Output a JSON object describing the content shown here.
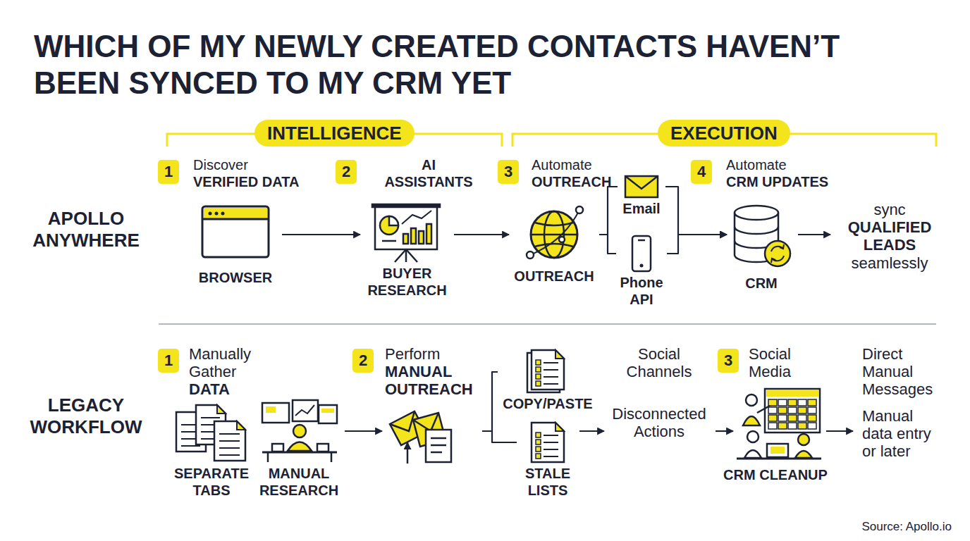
{
  "diagram": {
    "title": "WHICH OF MY NEWLY CREATED CONTACTS HAVEN’T BEEN SYNCED TO MY CRM YET",
    "caption": "Source: Apollo.io",
    "nodes": [
      {
        "text": [
          "INTELLIGENCE"
        ]
      },
      {
        "text": [
          "EXECUTION"
        ]
      },
      {
        "text": [
          "BROWSER"
        ]
      },
      {
        "text": [
          "BUYER RESEARCH"
        ]
      },
      {
        "text": [
          "OUTREACH"
        ]
      },
      {
        "text": [
          "Email"
        ]
      },
      {
        "text": [
          "Phone",
          "API"
        ]
      },
      {
        "text": [
          "CRM"
        ]
      },
      {
        "text": [
          "SEPARATE TABS"
        ]
      },
      {
        "text": [
          "MANUAL RESEARCH"
        ]
      },
      {
        "text": [
          "Perform",
          "MANUAL OUTREACH"
        ]
      },
      {
        "text": [
          "COPY/PASTE"
        ]
      },
      {
        "text": [
          "STALE LISTS"
        ]
      },
      {
        "text": [
          "CRM CLEANUP"
        ]
      }
    ],
    "edges": [
      {
        "from": 2,
        "to": 3,
        "arrow": "to"
      },
      {
        "from": 3,
        "to": 4,
        "arrow": "to"
      },
      {
        "from": 4,
        "to": 5,
        "arrow": "none"
      },
      {
        "from": 4,
        "to": 6,
        "arrow": "none"
      },
      {
        "from": 5,
        "to": 7,
        "arrow": "to"
      },
      {
        "from": 6,
        "to": 7,
        "arrow": "to"
      },
      {
        "from": 9,
        "to": 10,
        "arrow": "to"
      },
      {
        "from": 10,
        "to": 11,
        "arrow": "none"
      },
      {
        "from": 10,
        "to": 12,
        "arrow": "none"
      }
    ],
    "labels": [
      "APOLLO ANYWHERE",
      "1",
      "Discover",
      "VERIFIED DATA",
      "2",
      "AI",
      "ASSISTANTS",
      "3",
      "Automate",
      "OUTREACH",
      "4",
      "Automate",
      "CRM UPDATES",
      "sync",
      "QUALIFIED LEADS",
      "seamlessly",
      "LEGACY WORKFLOW",
      "1",
      "Manually Gather",
      "DATA",
      "2",
      "Social Channels",
      "Disconnected Actions",
      "3",
      "Social Media",
      "Direct Manual Messages",
      "Manual data entry or later"
    ]
  }
}
